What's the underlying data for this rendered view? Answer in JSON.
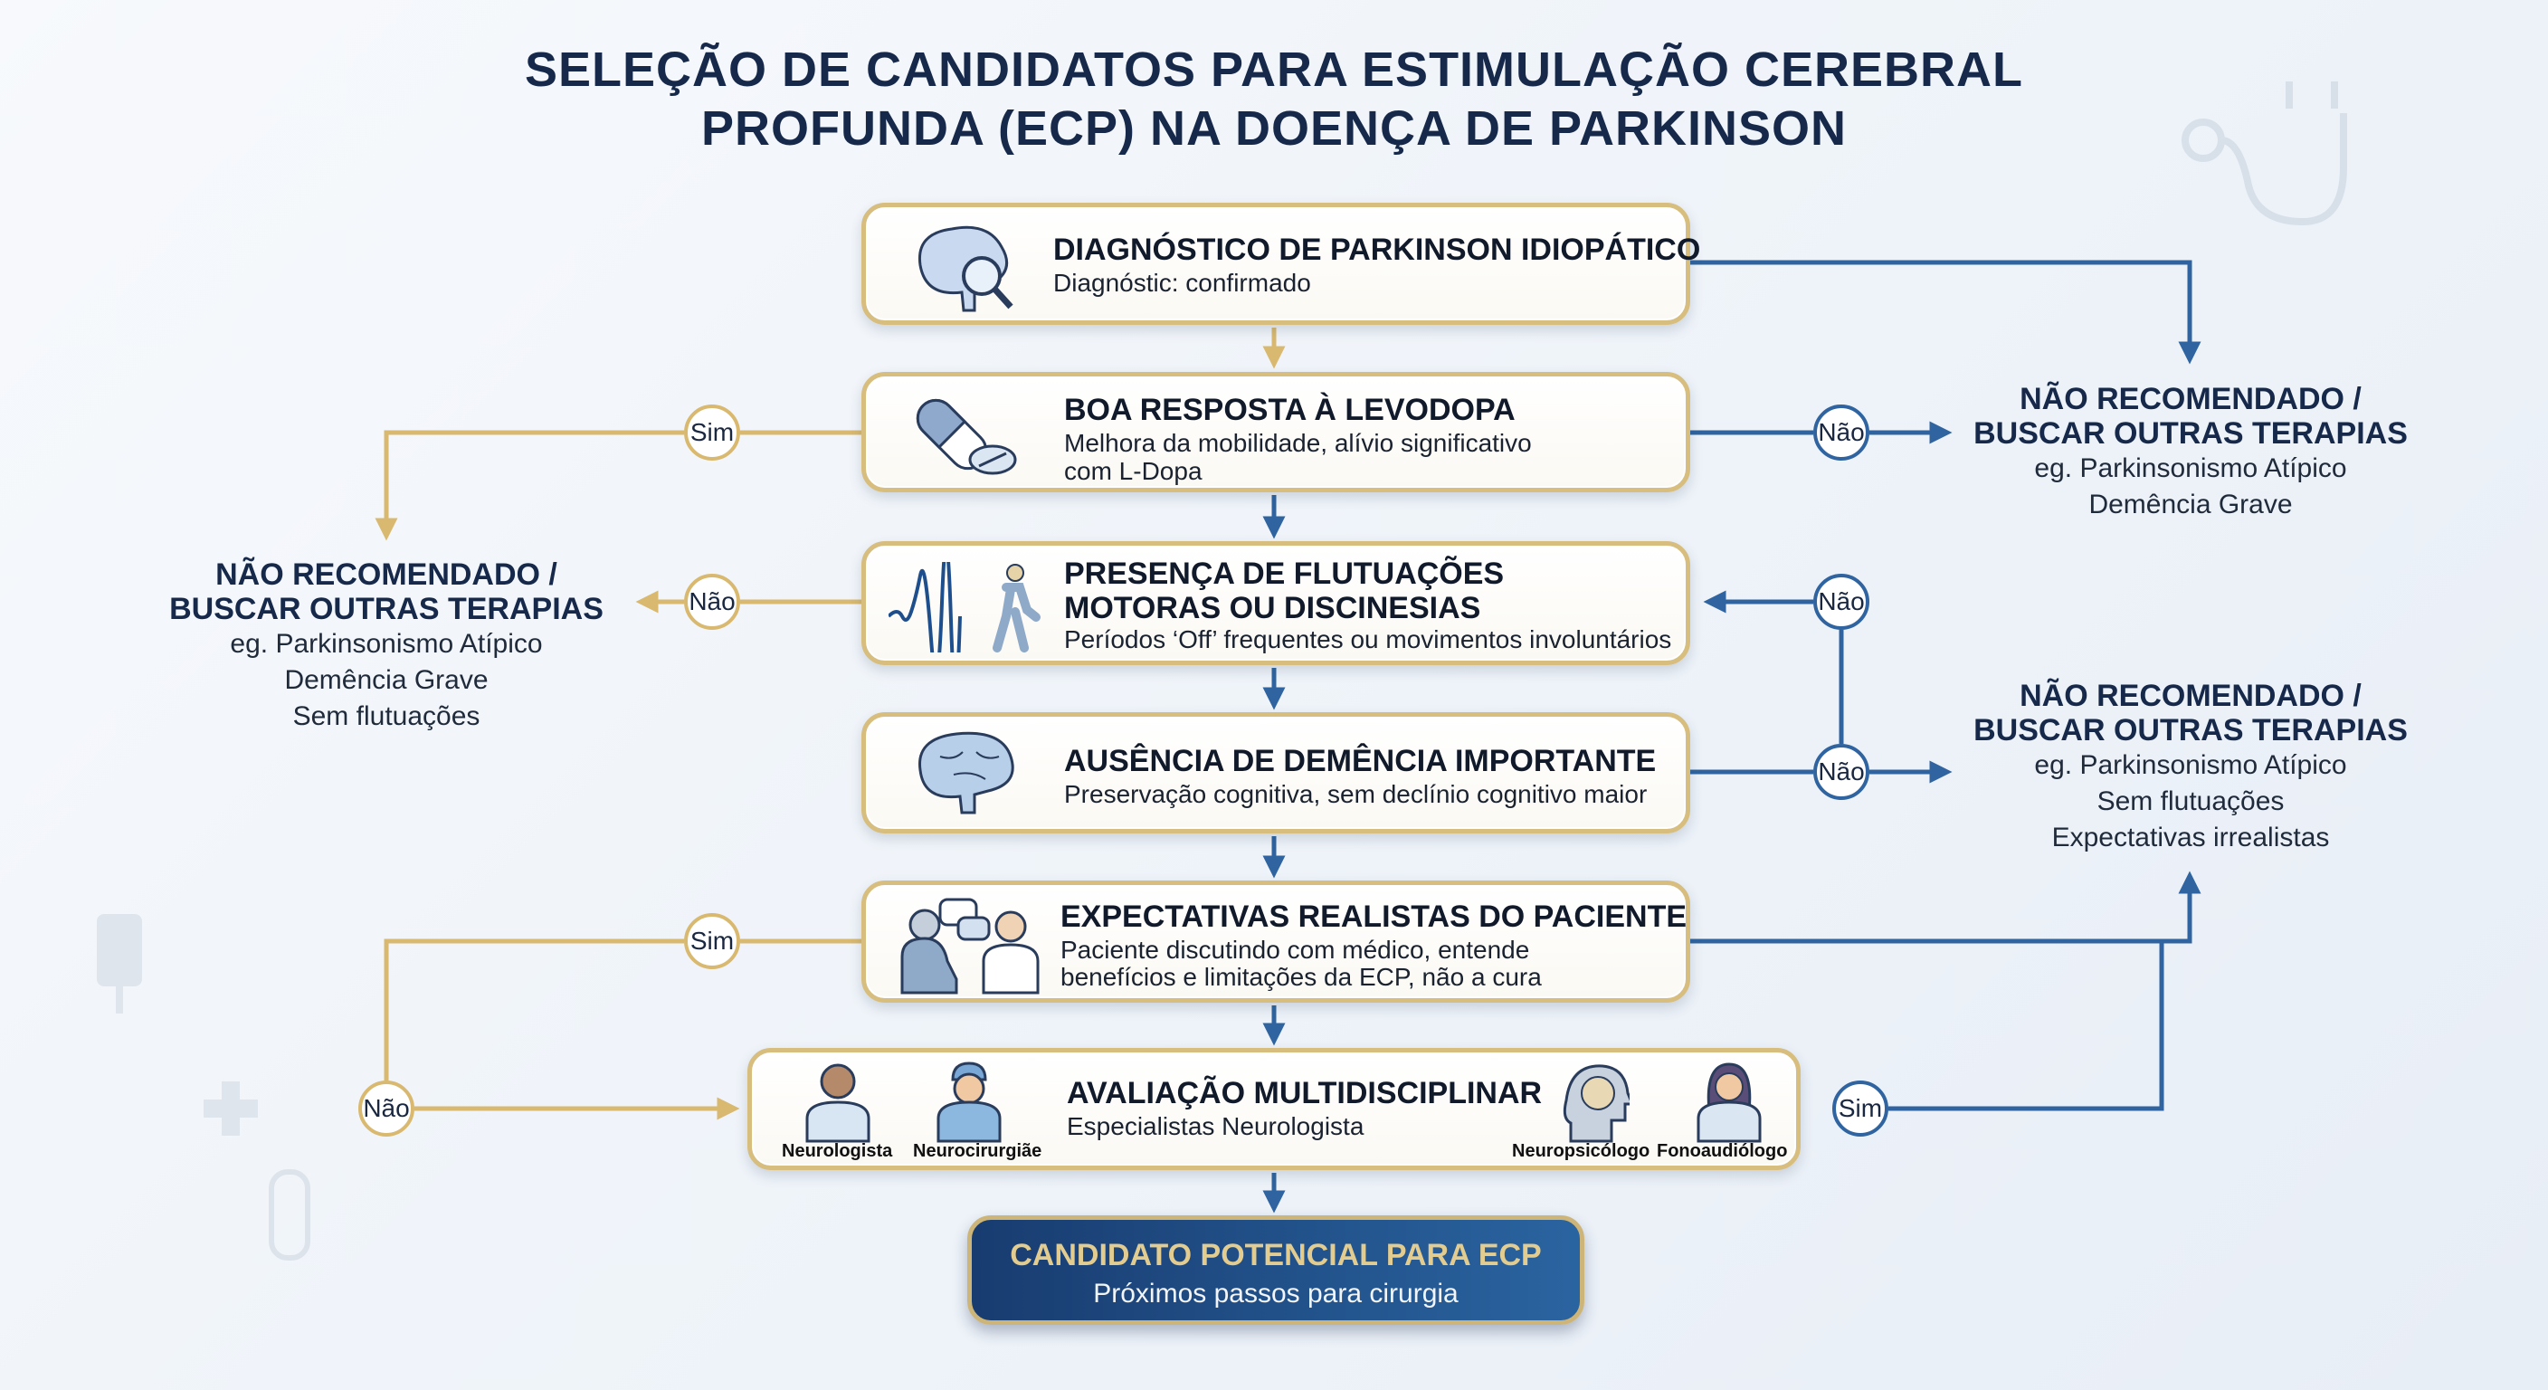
{
  "title": {
    "line1": "SELEÇÃO DE CANDIDATOS PARA ESTIMULAÇÃO CEREBRAL",
    "line2": "PROFUNDA (ECP)  NA DOENÇA DE PARKINSON"
  },
  "steps": [
    {
      "title": "DIAGNÓSTICO DE PARKINSON IDIOPÁTICO",
      "desc": [
        "Diagnóstic: confirmado"
      ],
      "icon": "brain-magnifier-icon"
    },
    {
      "title": "BOA RESPOSTA À LEVODOPA",
      "desc": [
        "Melhora da mobilidade, alívio significativo",
        "com L-Dopa"
      ],
      "icon": "pills-icon"
    },
    {
      "title": [
        "PRESENÇA DE FLUTUAÇÕES",
        "MOTORAS OU DISCINESIAS"
      ],
      "desc": [
        "Períodos ‘Off’ frequentes ou movimentos involuntários"
      ],
      "icon": "wave-walking-person-icon"
    },
    {
      "title": "AUSÊNCIA DE DEMÊNCIA IMPORTANTE",
      "desc": [
        "Preservação cognitiva, sem declínio cognitivo maior"
      ],
      "icon": "brain-icon"
    },
    {
      "title": "EXPECTATIVAS REALISTAS DO PACIENTE",
      "desc": [
        "Paciente discutindo com médico, entende",
        "benefícios e limitações da ECP, não a cura"
      ],
      "icon": "patient-doctor-icon"
    },
    {
      "title": "AVALIAÇÃO MULTIDISCIPLINAR",
      "desc": [
        "Especialistas Neurologista"
      ],
      "roles": [
        "Neurologista",
        "Neurocirurgiãe",
        "Neuropsicólogo",
        "Fonoaudiólogo"
      ]
    }
  ],
  "final": {
    "title": "CANDIDATO POTENCIAL PARA ECP",
    "subtitle": "Próximos passos para cirurgia"
  },
  "outcomes": {
    "right_top": {
      "heading": [
        "NÃO RECOMENDADO /",
        "BUSCAR OUTRAS TERAPIAS"
      ],
      "lines": [
        "eg. Parkinsonismo Atípico",
        "Demência Grave"
      ]
    },
    "left": {
      "heading": [
        "NÃO RECOMENDADO /",
        "BUSCAR OUTRAS TERAPIAS"
      ],
      "lines": [
        "eg. Parkinsonismo Atípico",
        "Demência Grave",
        "Sem flutuações"
      ]
    },
    "right_bottom": {
      "heading": [
        "NÃO RECOMENDADO /",
        "BUSCAR OUTRAS TERAPIAS"
      ],
      "lines": [
        "eg. Parkinsonismo Atípico",
        "Sem flutuações",
        "Expectativas irrealistas"
      ]
    }
  },
  "decisions": {
    "sim": "Sim",
    "nao": "Não"
  },
  "colors": {
    "gold": "#d9b96f",
    "blue": "#2f64a0",
    "navy": "#16294a"
  }
}
